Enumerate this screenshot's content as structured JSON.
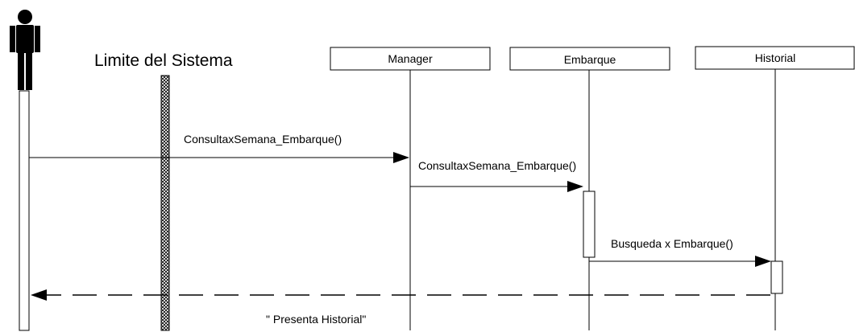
{
  "boundary": {
    "label": "Limite del Sistema"
  },
  "objects": [
    {
      "id": "manager",
      "label": "Manager"
    },
    {
      "id": "embarque",
      "label": "Embarque"
    },
    {
      "id": "historial",
      "label": "Historial"
    }
  ],
  "messages": [
    {
      "id": "msg1",
      "label": "ConsultaxSemana_Embarque()",
      "from": "actor",
      "to": "manager",
      "style": "solid"
    },
    {
      "id": "msg2",
      "label": "ConsultaxSemana_Embarque()",
      "from": "manager",
      "to": "embarque",
      "style": "solid"
    },
    {
      "id": "msg3",
      "label": "Busqueda x Embarque()",
      "from": "embarque",
      "to": "historial",
      "style": "solid"
    },
    {
      "id": "msg4",
      "label": "\" Presenta Historial\"",
      "from": "historial",
      "to": "actor",
      "style": "dashed"
    }
  ],
  "colors": {
    "line": "#000000",
    "background": "#ffffff"
  }
}
